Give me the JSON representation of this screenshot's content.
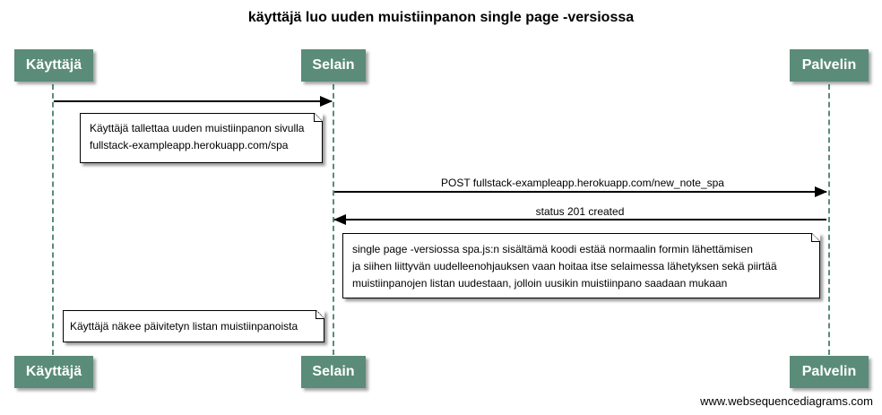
{
  "title": "käyttäjä luo uuden muistiinpanon single page -versiossa",
  "participants": {
    "kayttaja": "Käyttäjä",
    "selain": "Selain",
    "palvelin": "Palvelin"
  },
  "messages": {
    "post_label": "POST fullstack-exampleapp.herokuapp.com/new_note_spa",
    "status_label": "status 201 created"
  },
  "notes": {
    "note1": [
      "Käyttäjä tallettaa uuden muistiinpanon sivulla",
      "fullstack-exampleapp.herokuapp.com/spa"
    ],
    "note2": [
      "single page -versiossa spa.js:n sisältämä koodi estää normaalin formin lähettämisen",
      "ja siihen liittyvän uudelleenohjauksen vaan hoitaa itse selaimessa lähetyksen sekä piirtää",
      "muistiinpanojen listan uudestaan, jolloin uusikin muistiinpano saadaan mukaan"
    ],
    "note3": [
      "Käyttäjä näkee päivitetyn listan muistiinpanoista"
    ]
  },
  "footer": "www.websequencediagrams.com",
  "colors": {
    "participant": "#5a8c79",
    "lifeline": "#5a8c79",
    "arrow": "#000000"
  }
}
